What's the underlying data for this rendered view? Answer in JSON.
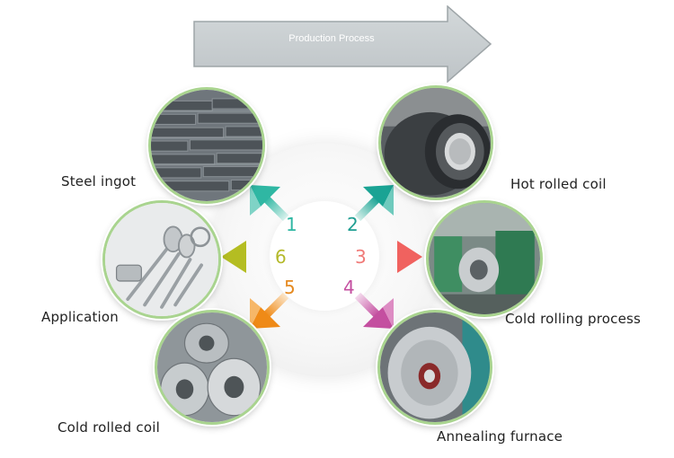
{
  "banner": {
    "label": "Production Process"
  },
  "steps": [
    {
      "number": "1",
      "color": "#2fb7a3"
    },
    {
      "number": "2",
      "color": "#1f9e92"
    },
    {
      "number": "3",
      "color": "#f07a78"
    },
    {
      "number": "4",
      "color": "#c44fa0"
    },
    {
      "number": "5",
      "color": "#e58a21"
    },
    {
      "number": "6",
      "color": "#b4b92a"
    }
  ],
  "stages": {
    "steel_ingot": "Steel ingot",
    "hot_rolled_coil": "Hot rolled coil",
    "cold_rolling_process": "Cold rolling process",
    "annealing_furnace": "Annealing furnace",
    "cold_rolled_coil": "Cold rolled coil",
    "application": "Application"
  },
  "icons": {
    "banner": "right-arrow-icon",
    "step_arrows": "diagonal-arrow-icon"
  },
  "colors": {
    "ring": "#a9d48f"
  }
}
